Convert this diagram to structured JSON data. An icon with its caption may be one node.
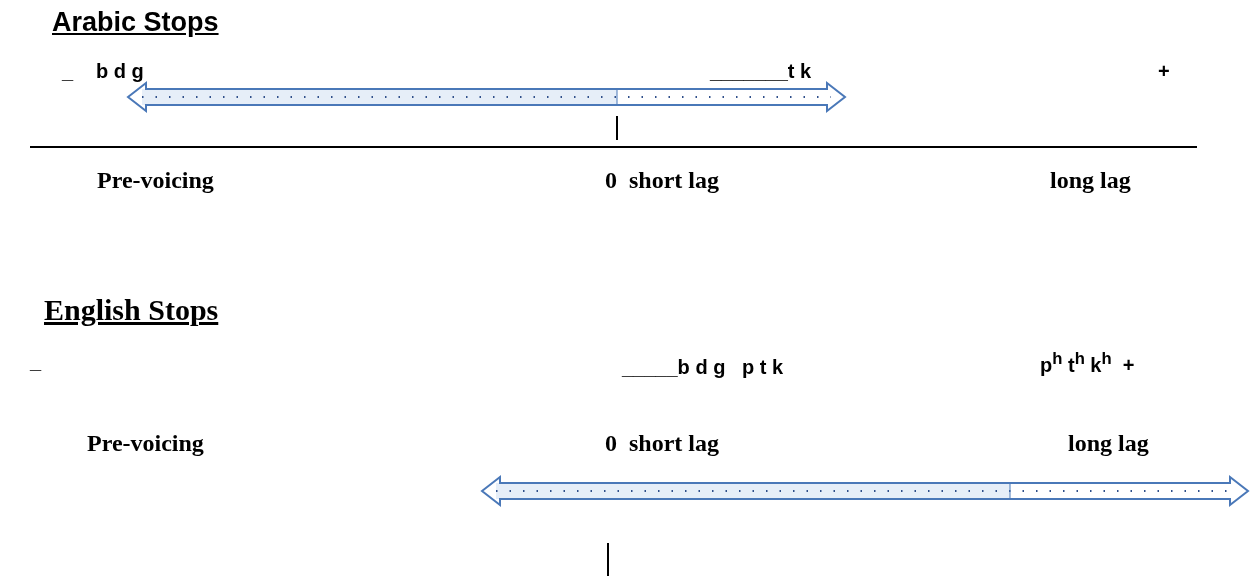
{
  "diagram": {
    "labels": [
      "Arabic Stops",
      "_",
      "b d g",
      "_______t k",
      "+",
      "Pre-voicing",
      "0  short lag",
      "long lag",
      "English Stops",
      "_",
      "_____b d g   p t k",
      "p$^{h}$ t$^{h}$ k$^{h}$  +",
      "Pre-voicing",
      "0  short lag",
      "long lag"
    ]
  }
}
